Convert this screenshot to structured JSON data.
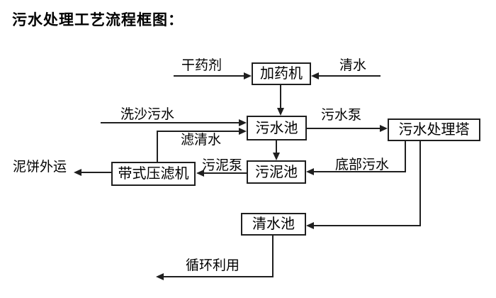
{
  "title": "污水处理工艺流程框图：",
  "nodes": {
    "dosing_machine": {
      "label": "加药机"
    },
    "sewage_pool": {
      "label": "污水池"
    },
    "treatment_tower": {
      "label": "污水处理塔"
    },
    "sludge_pool": {
      "label": "污泥池"
    },
    "belt_filter_press": {
      "label": "带式压滤机"
    },
    "clean_water_pool": {
      "label": "清水池"
    }
  },
  "labels": {
    "dry_agent": "干药剂",
    "clean_water": "清水",
    "sand_washing_sewage": "洗沙污水",
    "filtered_water": "滤清水",
    "sewage_pump": "污水泵",
    "bottom_sewage": "底部污水",
    "sludge_pump": "污泥泵",
    "mud_cake_outbound": "泥饼外运",
    "recycling": "循环利用"
  },
  "edges": [
    {
      "from": "dry_agent_input",
      "to": "dosing_machine",
      "label": "干药剂"
    },
    {
      "from": "clean_water_input",
      "to": "dosing_machine",
      "label": "清水"
    },
    {
      "from": "dosing_machine",
      "to": "sewage_pool",
      "label": ""
    },
    {
      "from": "sand_washing_input",
      "to": "sewage_pool",
      "label": "洗沙污水"
    },
    {
      "from": "belt_filter_press",
      "to": "sewage_pool",
      "label": "滤清水"
    },
    {
      "from": "sewage_pool",
      "to": "treatment_tower",
      "label": "污水泵"
    },
    {
      "from": "sewage_pool",
      "to": "sludge_pool",
      "label": ""
    },
    {
      "from": "treatment_tower",
      "to": "sludge_pool",
      "label": "底部污水"
    },
    {
      "from": "sludge_pool",
      "to": "belt_filter_press",
      "label": "污泥泵"
    },
    {
      "from": "belt_filter_press",
      "to": "mud_cake_output",
      "label": "泥饼外运"
    },
    {
      "from": "treatment_tower",
      "to": "clean_water_pool",
      "label": ""
    },
    {
      "from": "clean_water_pool",
      "to": "recycling_output",
      "label": "循环利用"
    }
  ],
  "colors": {
    "line": "#1f1f1f",
    "background": "#ffffff",
    "text": "#000000"
  }
}
